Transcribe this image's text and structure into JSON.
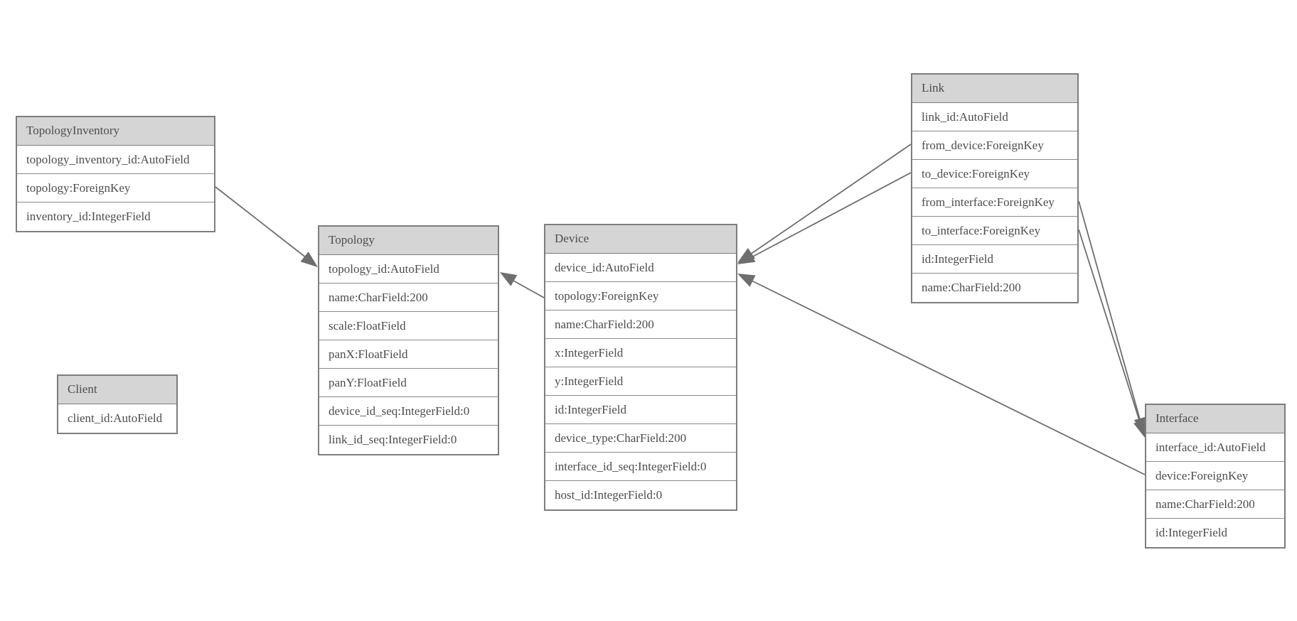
{
  "diagram": {
    "background_color": "#ffffff",
    "header_fill_color": "#d5d5d5",
    "border_color": "#7d7d7d",
    "text_color": "#4d4d4d",
    "connector_color": "#6e6e6e",
    "entities": [
      {
        "name": "TopologyInventory",
        "fields": [
          "topology_inventory_id:AutoField",
          "topology:ForeignKey",
          "inventory_id:IntegerField"
        ]
      },
      {
        "name": "Topology",
        "fields": [
          "topology_id:AutoField",
          "name:CharField:200",
          "scale:FloatField",
          "panX:FloatField",
          "panY:FloatField",
          "device_id_seq:IntegerField:0",
          "link_id_seq:IntegerField:0"
        ]
      },
      {
        "name": "Client",
        "fields": [
          "client_id:AutoField"
        ]
      },
      {
        "name": "Device",
        "fields": [
          "device_id:AutoField",
          "topology:ForeignKey",
          "name:CharField:200",
          "x:IntegerField",
          "y:IntegerField",
          "id:IntegerField",
          "device_type:CharField:200",
          "interface_id_seq:IntegerField:0",
          "host_id:IntegerField:0"
        ]
      },
      {
        "name": "Link",
        "fields": [
          "link_id:AutoField",
          "from_device:ForeignKey",
          "to_device:ForeignKey",
          "from_interface:ForeignKey",
          "to_interface:ForeignKey",
          "id:IntegerField",
          "name:CharField:200"
        ]
      },
      {
        "name": "Interface",
        "fields": [
          "interface_id:AutoField",
          "device:ForeignKey",
          "name:CharField:200",
          "id:IntegerField"
        ]
      }
    ],
    "relationships": [
      {
        "from": "TopologyInventory.topology",
        "to": "Topology.topology_id"
      },
      {
        "from": "Device.topology",
        "to": "Topology.topology_id"
      },
      {
        "from": "Link.from_device",
        "to": "Device.device_id"
      },
      {
        "from": "Link.to_device",
        "to": "Device.device_id"
      },
      {
        "from": "Link.from_interface",
        "to": "Interface.interface_id"
      },
      {
        "from": "Link.to_interface",
        "to": "Interface.interface_id"
      },
      {
        "from": "Interface.device",
        "to": "Device.device_id"
      }
    ]
  }
}
